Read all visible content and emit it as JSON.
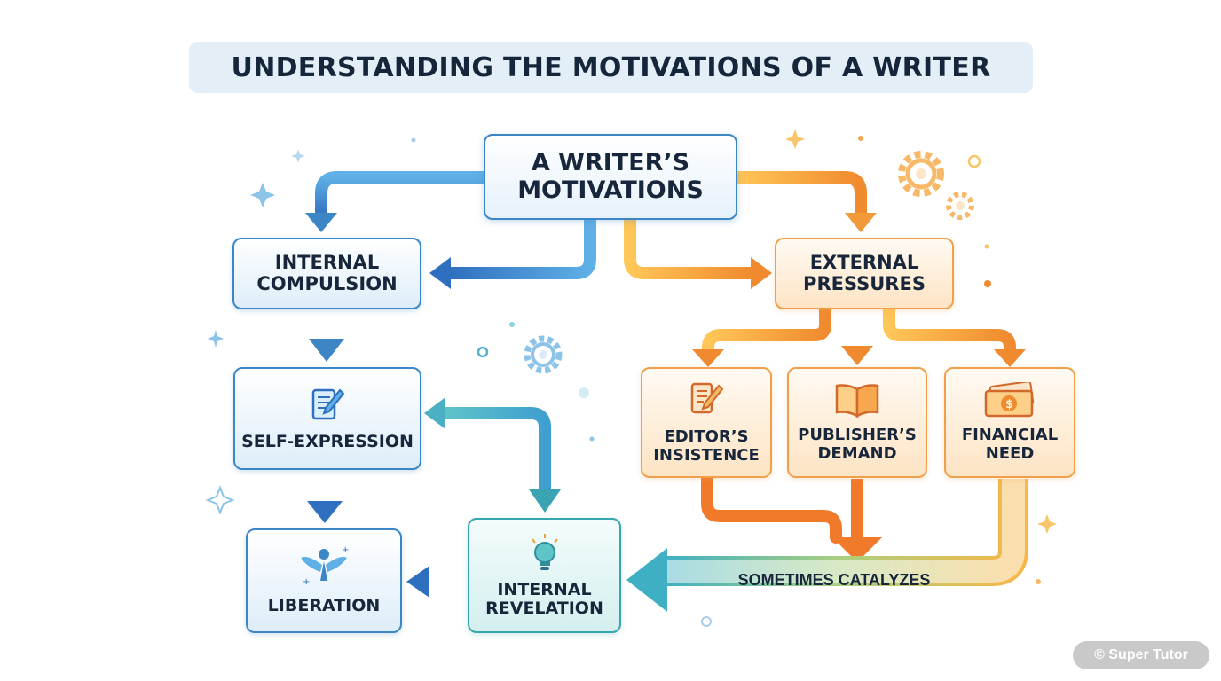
{
  "title": "UNDERSTANDING THE MOTIVATIONS OF A WRITER",
  "nodes": {
    "root": {
      "line1": "A WRITER’S",
      "line2": "MOTIVATIONS"
    },
    "internal_compulsion": {
      "line1": "INTERNAL",
      "line2": "COMPULSION"
    },
    "external_pressures": {
      "line1": "EXTERNAL",
      "line2": "PRESSURES"
    },
    "self_expression": {
      "label": "SELF-EXPRESSION",
      "icon": "notepad-pencil-icon"
    },
    "liberation": {
      "label": "LIBERATION",
      "icon": "winged-figure-icon"
    },
    "internal_revelation": {
      "line1": "INTERNAL",
      "line2": "REVELATION",
      "icon": "lightbulb-icon"
    },
    "editors_insistence": {
      "line1": "EDITOR’S",
      "line2": "INSISTENCE",
      "icon": "document-pencil-icon"
    },
    "publishers_demand": {
      "line1": "PUBLISHER’S",
      "line2": "DEMAND",
      "icon": "open-book-icon"
    },
    "financial_need": {
      "line1": "FINANCIAL",
      "line2": "NEED",
      "icon": "money-icon"
    }
  },
  "edge_label": "SOMETIMES CATALYZES",
  "watermark": "© Super Tutor",
  "colors": {
    "internal": "#3d86c6",
    "revelation": "#38a7ad",
    "external": "#f0a04a",
    "text": "#17263a",
    "title_bg": "#e3eef7"
  }
}
